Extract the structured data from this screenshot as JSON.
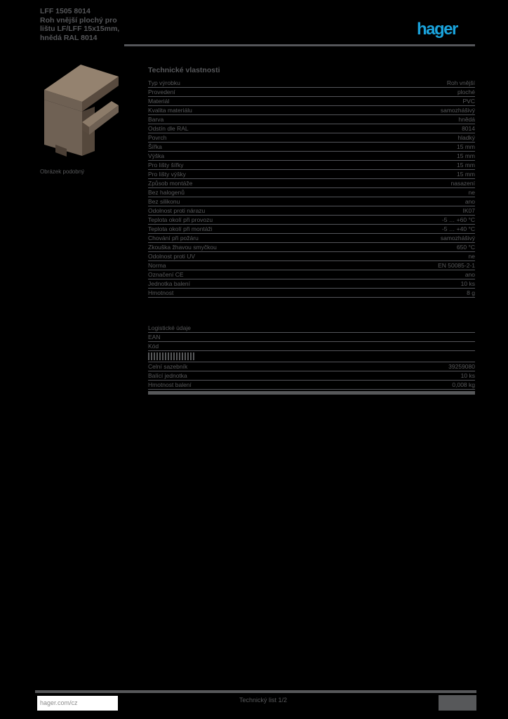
{
  "page": {
    "background_color": "#000000",
    "text_color": "#57585a",
    "accent_blue": "#1aa3dc"
  },
  "header": {
    "reference": "LFF 1505 8014",
    "title_lines": [
      "Roh vnější plochý pro",
      "lištu LF/LFF 15x15mm,",
      "hnědá RAL 8014"
    ],
    "logo_text": "hager"
  },
  "product": {
    "image_caption": "Obrázek podobný",
    "image_color_main": "#6F6154",
    "image_color_light": "#94826F",
    "image_color_dark": "#55483C"
  },
  "spec_table": {
    "heading": "Technické vlastnosti",
    "rows": [
      {
        "label": "Typ výrobku",
        "value": "Roh vnější"
      },
      {
        "label": "Provedení",
        "value": "ploché"
      },
      {
        "label": "Materiál",
        "value": "PVC"
      },
      {
        "label": "Kvalita materiálu",
        "value": "samozhášivý"
      },
      {
        "label": "Barva",
        "value": "hnědá"
      },
      {
        "label": "Odstín dle RAL",
        "value": "8014"
      },
      {
        "label": "Povrch",
        "value": "hladký"
      },
      {
        "label": "Šířka",
        "value": "15 mm"
      },
      {
        "label": "Výška",
        "value": "15 mm"
      },
      {
        "label": "Pro lišty šířky",
        "value": "15 mm"
      },
      {
        "label": "Pro lišty výšky",
        "value": "15 mm"
      },
      {
        "label": "Způsob montáže",
        "value": "nasazení"
      },
      {
        "label": "Bez halogenů",
        "value": "ne"
      },
      {
        "label": "Bez silikonu",
        "value": "ano"
      },
      {
        "label": "Odolnost proti nárazu",
        "value": "IK07"
      },
      {
        "label": "Teplota okolí při provozu",
        "value": "-5 … +60 °C"
      },
      {
        "label": "Teplota okolí při montáži",
        "value": "-5 … +40 °C"
      },
      {
        "label": "Chování při požáru",
        "value": "samozhášivý"
      },
      {
        "label": "Zkouška žhavou smyčkou",
        "value": "650 °C"
      },
      {
        "label": "Odolnost proti UV",
        "value": "ne"
      },
      {
        "label": "Norma",
        "value": "EN 50085-2-1"
      },
      {
        "label": "Označení CE",
        "value": "ano"
      },
      {
        "label": "Jednotka balení",
        "value": "10 ks"
      },
      {
        "label": "Hmotnost",
        "value": "8 g"
      }
    ]
  },
  "order_table": {
    "rows": [
      {
        "label": "Logistické údaje",
        "value": ""
      },
      {
        "label": "EAN",
        "value": ""
      },
      {
        "label": "Kód",
        "value": ""
      },
      {
        "barcode": true
      },
      {
        "label": "Celní sazebník",
        "value": "39259080"
      },
      {
        "label": "Balící jednotka",
        "value": "10 ks"
      },
      {
        "label": "Hmotnost balení",
        "value": "0,008 kg"
      }
    ]
  },
  "footer": {
    "website": "hager.com/cz",
    "center_text": "Technický list 1/2",
    "right_box_icon": "qr-code-placeholder"
  }
}
